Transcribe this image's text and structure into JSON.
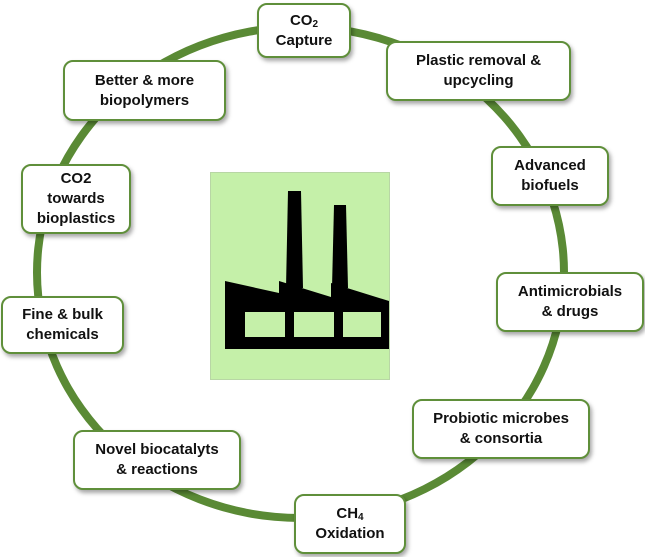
{
  "nodes": [
    {
      "id": "co2-capture",
      "line1": "CO",
      "sub": "2",
      "line2": "Capture"
    },
    {
      "id": "plastic-removal",
      "line1": "Plastic removal &",
      "line2": "upcycling"
    },
    {
      "id": "advanced-biofuels",
      "line1": "Advanced",
      "line2": "biofuels"
    },
    {
      "id": "antimicrobials",
      "line1": "Antimicrobials",
      "line2": "& drugs"
    },
    {
      "id": "probiotic",
      "line1": "Probiotic microbes",
      "line2": "& consortia"
    },
    {
      "id": "ch4-oxidation",
      "line1": "CH",
      "sub": "4",
      "line2": "Oxidation"
    },
    {
      "id": "novel-biocatalysts",
      "line1": "Novel biocatalyts",
      "line2": "& reactions"
    },
    {
      "id": "fine-bulk",
      "line1": "Fine & bulk",
      "line2": "chemicals"
    },
    {
      "id": "co2-bioplastics",
      "line1": "CO2",
      "line2": "towards",
      "line3": "bioplastics"
    },
    {
      "id": "better-biopolymers",
      "line1": "Better & more",
      "line2": "biopolymers"
    }
  ],
  "colors": {
    "ring": "#5a8a35",
    "center_fill": "#c5f0a9",
    "factory": "#000000",
    "node_border": "#5f8f3a"
  },
  "center_icon": "factory-icon"
}
